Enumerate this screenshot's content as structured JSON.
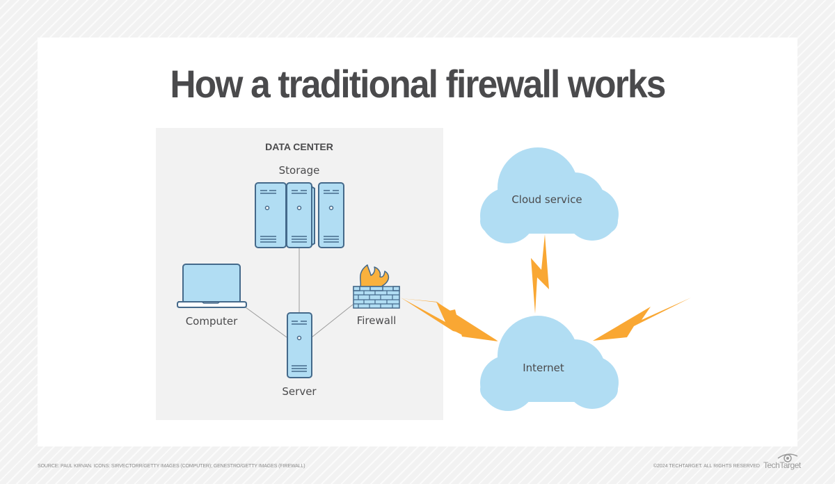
{
  "title": "How a traditional firewall works",
  "data_center": {
    "heading": "DATA CENTER",
    "nodes": {
      "storage": "Storage",
      "computer": "Computer",
      "server": "Server",
      "firewall": "Firewall"
    }
  },
  "external": {
    "cloud_service": "Cloud service",
    "internet": "Internet"
  },
  "connections": [
    {
      "from": "Storage",
      "to": "Server",
      "type": "wired"
    },
    {
      "from": "Computer",
      "to": "Server",
      "type": "wired"
    },
    {
      "from": "Firewall",
      "to": "Server",
      "type": "wired"
    },
    {
      "from": "Firewall",
      "to": "Internet",
      "type": "wireless"
    },
    {
      "from": "Cloud service",
      "to": "Internet",
      "type": "wireless"
    },
    {
      "from": "Internet",
      "to": "external",
      "type": "wireless"
    }
  ],
  "colors": {
    "device_fill": "#b1ddf3",
    "device_stroke": "#44698a",
    "cloud_fill": "#b1ddf3",
    "lightning": "#f9a733",
    "flame": "#f9b13d",
    "title_text": "#4a4a4c",
    "panel_bg": "#f2f2f2"
  },
  "footer": {
    "source": "SOURCE: PAUL KIRVAN. ICONS: SIRVECTORR/GETTY IMAGES (COMPUTER); GENESTRO/GETTY IMAGES (FIREWALL)",
    "copyright": "©2024 TECHTARGET. ALL RIGHTS RESERVED",
    "brand": "TechTarget"
  }
}
